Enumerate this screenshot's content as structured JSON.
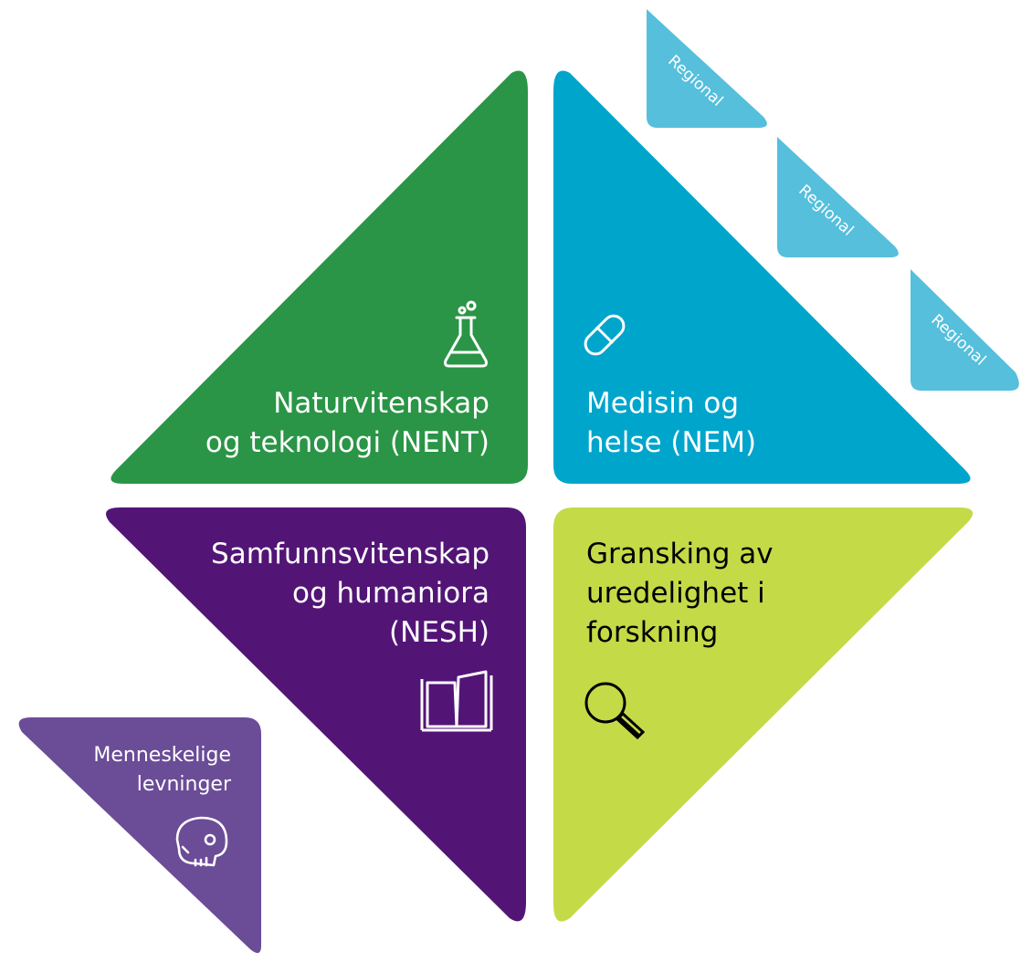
{
  "panels": {
    "nent": {
      "line1": "Naturvitenskap",
      "line2": "og teknologi (NENT)",
      "color": "#2a9546",
      "icon": "flask-icon"
    },
    "nem": {
      "line1": "Medisin og",
      "line2": "helse (NEM)",
      "color": "#00a5cc",
      "icon": "pill-icon"
    },
    "nesh": {
      "line1": "Samfunnsvitenskap",
      "line2": "og humaniora",
      "line3": "(NESH)",
      "color": "#521576",
      "icon": "open-book-icon"
    },
    "granskning": {
      "line1": "Gransking av",
      "line2": "uredelighet i",
      "line3": "forskning",
      "color": "#c5da47",
      "icon": "magnifier-icon"
    },
    "menneskelige": {
      "line1": "Menneskelige",
      "line2": "levninger",
      "color": "#6b4c97",
      "icon": "skull-icon"
    },
    "regional": {
      "label": "Regional",
      "color": "#55bfdc",
      "count": 3
    }
  }
}
